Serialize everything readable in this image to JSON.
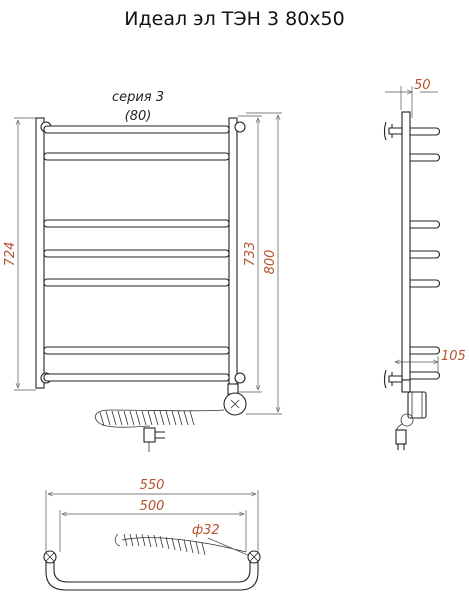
{
  "title": "Идеал эл ТЭН 3 80х50",
  "series_label": "серия 3",
  "series_sub": "(80)",
  "dimensions": {
    "height_left": "724",
    "height_mid": "733",
    "height_total": "800",
    "side_depth": "50",
    "side_offset": "105",
    "width_total": "550",
    "width_axis": "500",
    "diameter": "ф32"
  },
  "colors": {
    "dimension_text": "#b5502e",
    "lines": "#222222"
  }
}
